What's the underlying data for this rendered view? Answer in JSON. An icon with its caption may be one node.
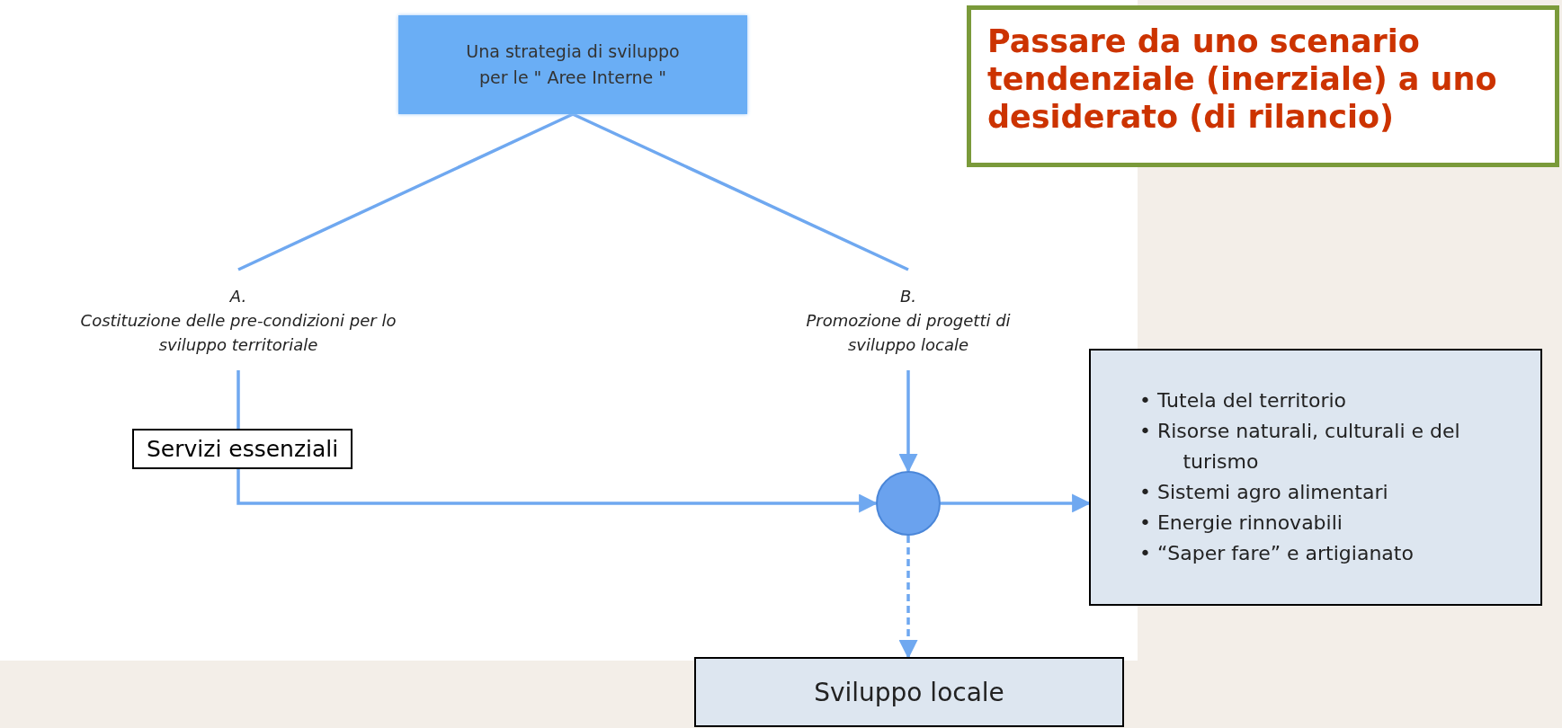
{
  "diagram": {
    "title": "Passare da uno scenario tendenziale (inerziale) a uno desiderato (di rilancio)",
    "nodes": [
      {
        "text": [
          "Una strategia di sviluppo per le \" Aree Interne \""
        ]
      },
      {
        "text": [
          "A.",
          "Costituzione delle pre-condizioni per lo sviluppo territoriale"
        ]
      },
      {
        "text": [
          "B.",
          "Promozione di progetti di sviluppo locale"
        ]
      },
      {
        "text": [],
        "shape": "circle"
      },
      {
        "text": [
          "• Tutela del territorio",
          "• Risorse naturali, culturali e del turismo",
          "• Sistemi agro alimentari",
          "• Energie rinnovabili",
          "• “Saper fare” e artigianato"
        ]
      },
      {
        "text": [
          "Sviluppo locale"
        ]
      }
    ],
    "edges": [
      {
        "from": 0,
        "to": 1,
        "arrow": "none"
      },
      {
        "from": 0,
        "to": 2,
        "arrow": "none"
      },
      {
        "from": 1,
        "to": 3,
        "arrow": "to",
        "label": "Servizi essenziali"
      },
      {
        "from": 2,
        "to": 3,
        "arrow": "to"
      },
      {
        "from": 3,
        "to": 4,
        "arrow": "to"
      },
      {
        "from": 3,
        "to": 5,
        "arrow": "to",
        "style": "dashed"
      }
    ]
  }
}
